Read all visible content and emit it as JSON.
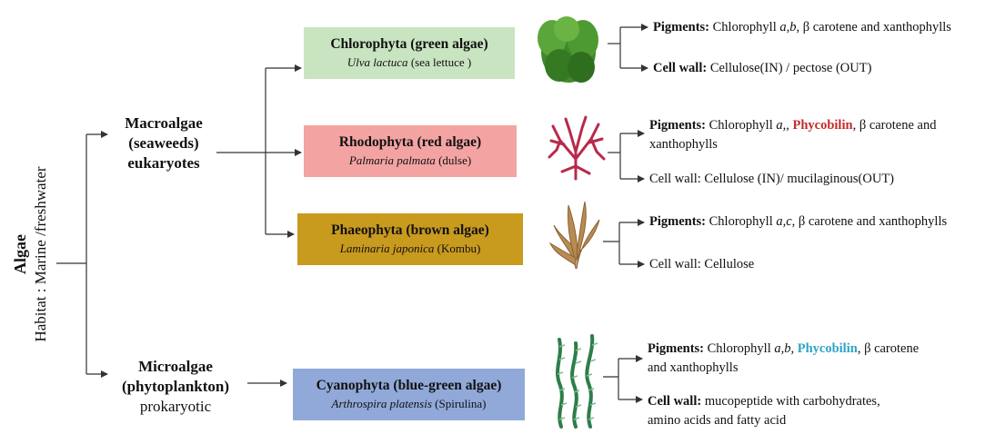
{
  "root": {
    "title": "Algae",
    "subtitle": "Habitat : Marine /freshwater"
  },
  "groups": {
    "macro": {
      "line1": "Macroalgae",
      "line2": "(seaweeds)",
      "line3": "eukaryotes"
    },
    "micro": {
      "line1": "Microalgae",
      "line2": "(phytoplankton)",
      "line3": "prokaryotic"
    }
  },
  "boxes": {
    "chlorophyta": {
      "title": "Chlorophyta (green algae)",
      "species": "Ulva lactuca",
      "common": "(sea lettuce )",
      "color": "#c9e4c0"
    },
    "rhodophyta": {
      "title": "Rhodophyta (red algae)",
      "species": "Palmaria palmata",
      "common": "(dulse)",
      "color": "#f4a3a3"
    },
    "phaeophyta": {
      "title": "Phaeophyta (brown algae)",
      "species": "Laminaria japonica",
      "common": "(Kombu)",
      "color": "#c89a1e"
    },
    "cyanophyta": {
      "title": "Cyanophyta  (blue-green algae)",
      "species": "Arthrospira platensis",
      "common": "(Spirulina)",
      "color": "#91a9d9"
    }
  },
  "images": {
    "chlorophyta": "green seaweed (sea lettuce) illustration",
    "rhodophyta": "red seaweed (dulse) illustration",
    "phaeophyta": "brown kelp (kombu) illustration",
    "cyanophyta": "spirulina filaments illustration"
  },
  "info": {
    "chloro_pigments": {
      "label": "Pigments:",
      "text": "Chlorophyll",
      "ital": "a,b",
      "rest": ", β carotene and xanthophylls"
    },
    "chloro_wall": {
      "label": "Cell wall:",
      "text": "Cellulose(IN) / pectose (OUT)"
    },
    "rhodo_pigments": {
      "label": "Pigments:",
      "text": "Chlorophyll",
      "ital": "a,",
      "comma": ",",
      "highlight": "Phycobilin",
      "rest": ", β carotene and",
      "line2": "xanthophylls"
    },
    "rhodo_wall": {
      "text": "Cell wall: Cellulose (IN)/ mucilaginous(OUT)"
    },
    "phaeo_pigments": {
      "label": "Pigments:",
      "text": "Chlorophyll",
      "ital": "a,c",
      "rest": ", β carotene and xanthophylls"
    },
    "phaeo_wall": {
      "text": "Cell wall: Cellulose"
    },
    "cyano_pigments": {
      "label": "Pigments:",
      "text": "Chlorophyll",
      "ital": "a,b,",
      "highlight": "Phycobilin",
      "rest": ", β carotene",
      "line2": "and xanthophylls"
    },
    "cyano_wall": {
      "label": "Cell wall:",
      "text": "mucopeptide with carbohydrates,",
      "line2": "amino acids and fatty acid"
    }
  },
  "colors": {
    "line": "#333333",
    "highlight_red": "#c42a2a",
    "highlight_blue": "#2fa4c8"
  }
}
